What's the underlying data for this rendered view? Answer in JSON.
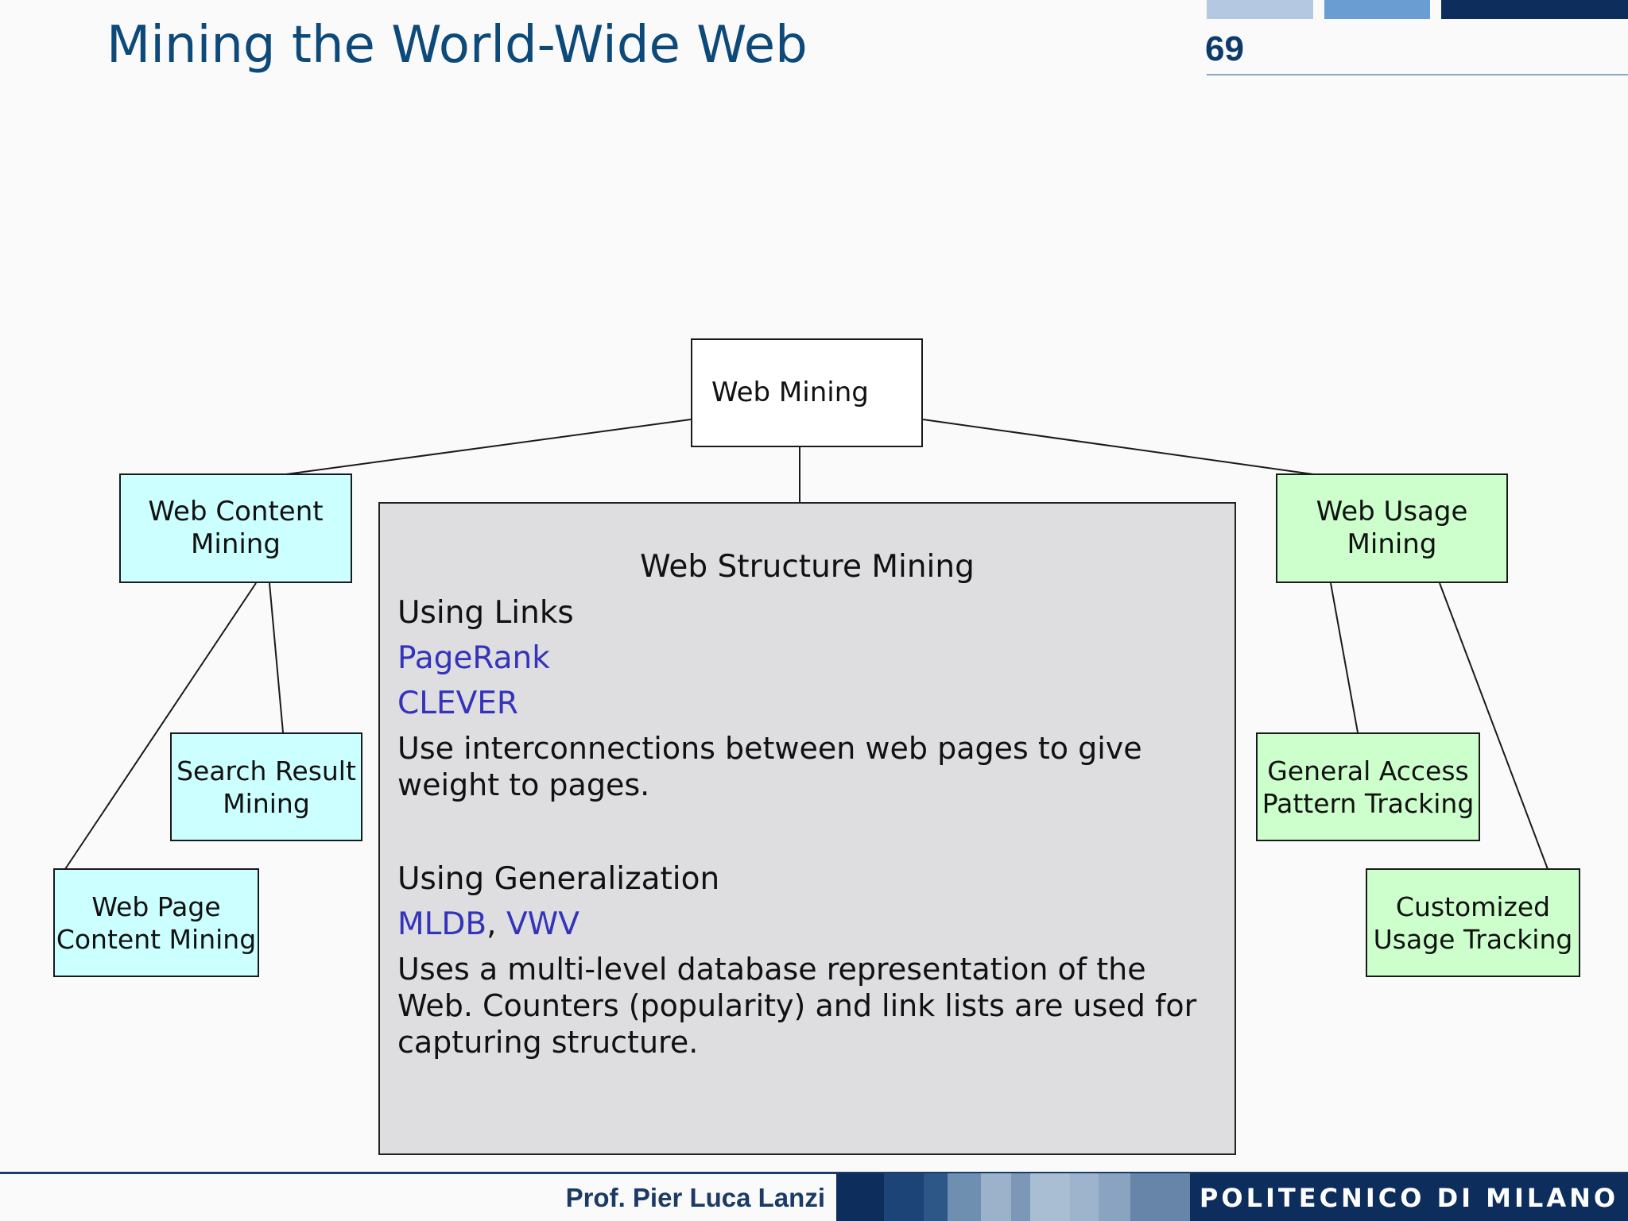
{
  "slide": {
    "title": "Mining the World-Wide Web",
    "page_number": "69"
  },
  "diagram": {
    "root": "Web Mining",
    "content": {
      "label": "Web Content\nMining",
      "children": [
        "Search Result\nMining",
        "Web Page\nContent Mining"
      ]
    },
    "usage": {
      "label": "Web Usage\nMining",
      "children": [
        "General Access\nPattern Tracking",
        "Customized\nUsage Tracking"
      ]
    },
    "structure": {
      "title": "Web Structure Mining",
      "links_heading": "Using Links",
      "link_items": [
        "PageRank",
        "CLEVER"
      ],
      "links_desc": "Use interconnections between web pages to give weight to pages.",
      "gen_heading": "Using Generalization",
      "gen_item_1": "MLDB",
      "gen_sep": ",",
      "gen_item_2": "VWV",
      "gen_desc": "Uses a multi-level database representation of the Web. Counters (popularity) and link lists are used for capturing structure."
    }
  },
  "footer": {
    "author": "Prof. Pier Luca Lanzi",
    "institution": "POLITECNICO DI MILANO"
  },
  "colors": {
    "title": "#0d4a7a",
    "content_nodes": "#ccffff",
    "usage_nodes": "#ccffcc",
    "structure_panel": "#dedde0",
    "link_text": "#3333bb",
    "footer_navy": "#0d2d5c"
  }
}
